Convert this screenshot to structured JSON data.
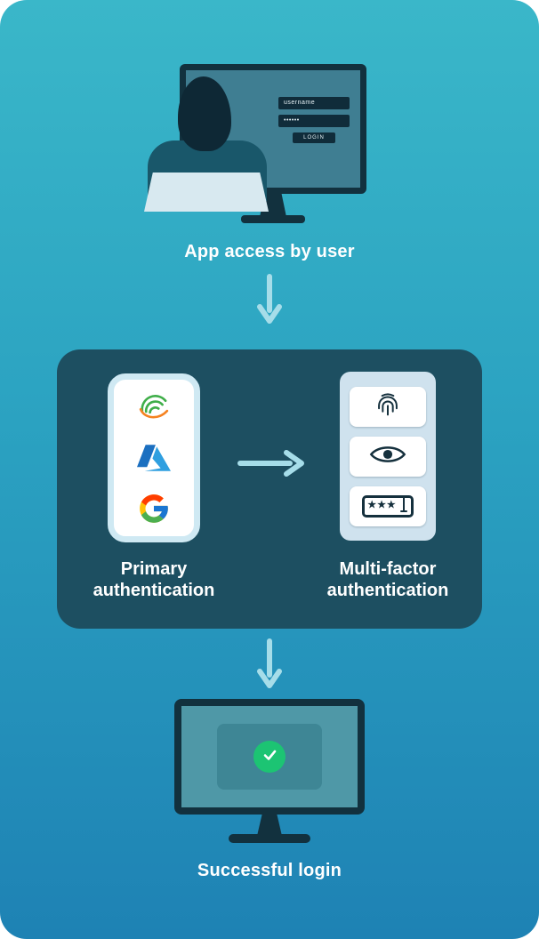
{
  "steps": {
    "access": {
      "label": "App access by user",
      "login": {
        "username": "username",
        "password_mask": "••••••",
        "button": "LOGIN"
      }
    },
    "auth": {
      "primary": {
        "label": "Primary authentication",
        "provider_icons": [
          "fingerprint-brand-icon",
          "azure-icon",
          "google-icon"
        ]
      },
      "mfa": {
        "label": "Multi-factor authentication",
        "method_icons": [
          "fingerprint-icon",
          "eye-icon",
          "password-field-icon"
        ],
        "password_stars": "★★★"
      }
    },
    "success": {
      "label": "Successful login"
    }
  },
  "colors": {
    "background_top": "#3ab7c9",
    "background_bottom": "#1e82b4",
    "panel": "#1d4f61",
    "arrow": "#a6dde9",
    "monitor_frame": "#12313e",
    "screen_teal": "#3f7e92",
    "success_green": "#1cc473"
  }
}
